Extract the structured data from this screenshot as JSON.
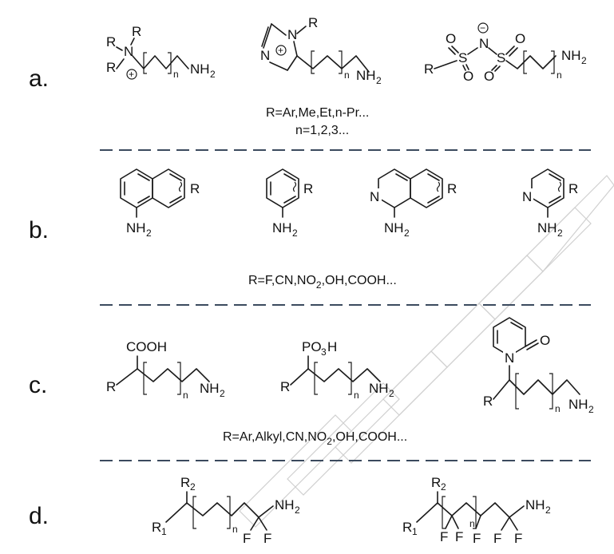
{
  "rows": [
    {
      "label": "a.",
      "note_lines": [
        "R=Ar,Me,Et,n-Pr...",
        "n=1,2,3..."
      ]
    },
    {
      "label": "b.",
      "note_lines": [
        "R=F,CN,NO",
        "2",
        ",OH,COOH..."
      ]
    },
    {
      "label": "c.",
      "note_lines": [
        "R=Ar,Alkyl,CN,NO",
        "2",
        ",OH,COOH..."
      ]
    },
    {
      "label": "d.",
      "note_lines": []
    }
  ],
  "atoms": {
    "R": "R",
    "N": "N",
    "NH": "NH",
    "sub2": "2",
    "n": "n",
    "O": "O",
    "S": "S",
    "F": "F",
    "COOH": "COOH",
    "PO": "PO",
    "sub3": "3",
    "H": "H",
    "R1": "R",
    "sub1": "1",
    "plus": "+",
    "minus": "−"
  }
}
